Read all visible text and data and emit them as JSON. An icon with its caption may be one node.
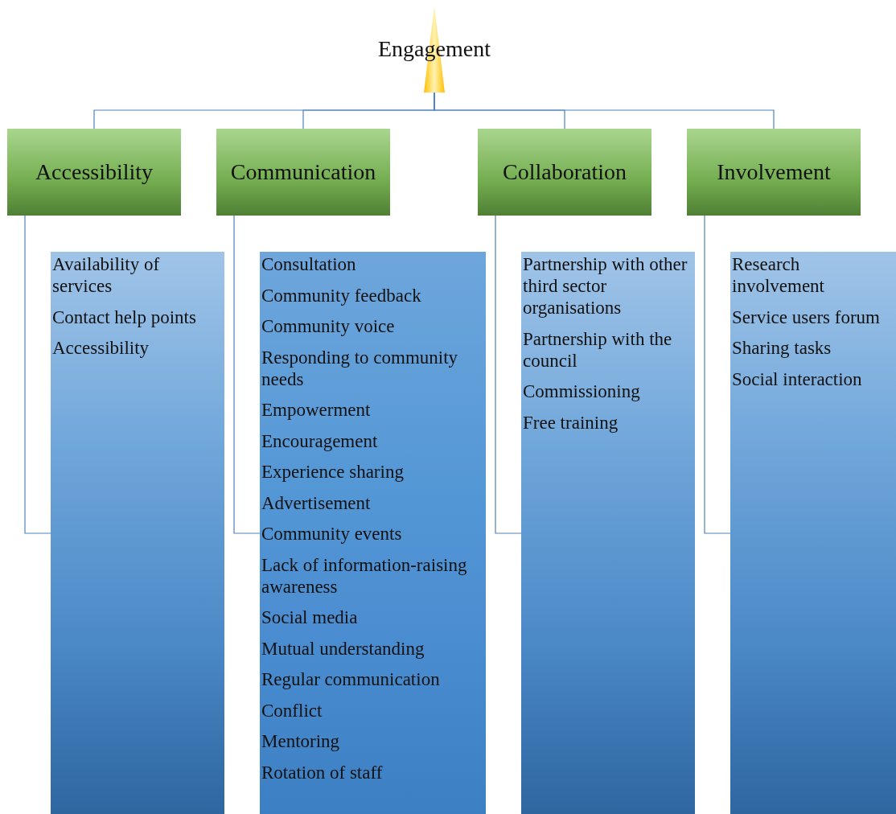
{
  "diagram": {
    "nodes": [
      {
        "text": [
          "Engagement"
        ]
      },
      {
        "text": [
          "Accessibility"
        ]
      },
      {
        "text": [
          "Communication"
        ]
      },
      {
        "text": [
          "Collaboration"
        ]
      },
      {
        "text": [
          "Involvement"
        ]
      },
      {
        "text": [
          "Availability of services",
          "Contact help points",
          "Accessibility"
        ]
      },
      {
        "text": [
          "Consultation",
          "Community feedback",
          "Community voice",
          "Responding to community needs",
          "Empowerment",
          "Encouragement",
          "Experience sharing",
          "Advertisement",
          "Community events",
          "Lack of information-raising awareness",
          "Social media",
          "Mutual understanding",
          "Regular communication",
          "Conflict",
          "Mentoring",
          "Rotation of staff"
        ]
      },
      {
        "text": [
          "Partnership with other third sector organisations",
          "Partnership with the council",
          "Commissioning",
          "Free training"
        ]
      },
      {
        "text": [
          "Research involvement",
          "Service users forum",
          "Sharing tasks",
          "Social interaction"
        ]
      }
    ],
    "edges": [
      {
        "from": 0,
        "to": 1,
        "arrow": "none"
      },
      {
        "from": 0,
        "to": 2,
        "arrow": "none"
      },
      {
        "from": 0,
        "to": 3,
        "arrow": "none"
      },
      {
        "from": 0,
        "to": 4,
        "arrow": "none"
      },
      {
        "from": 1,
        "to": 5,
        "arrow": "none"
      },
      {
        "from": 2,
        "to": 6,
        "arrow": "none"
      },
      {
        "from": 3,
        "to": 7,
        "arrow": "none"
      },
      {
        "from": 4,
        "to": 8,
        "arrow": "none"
      }
    ]
  }
}
